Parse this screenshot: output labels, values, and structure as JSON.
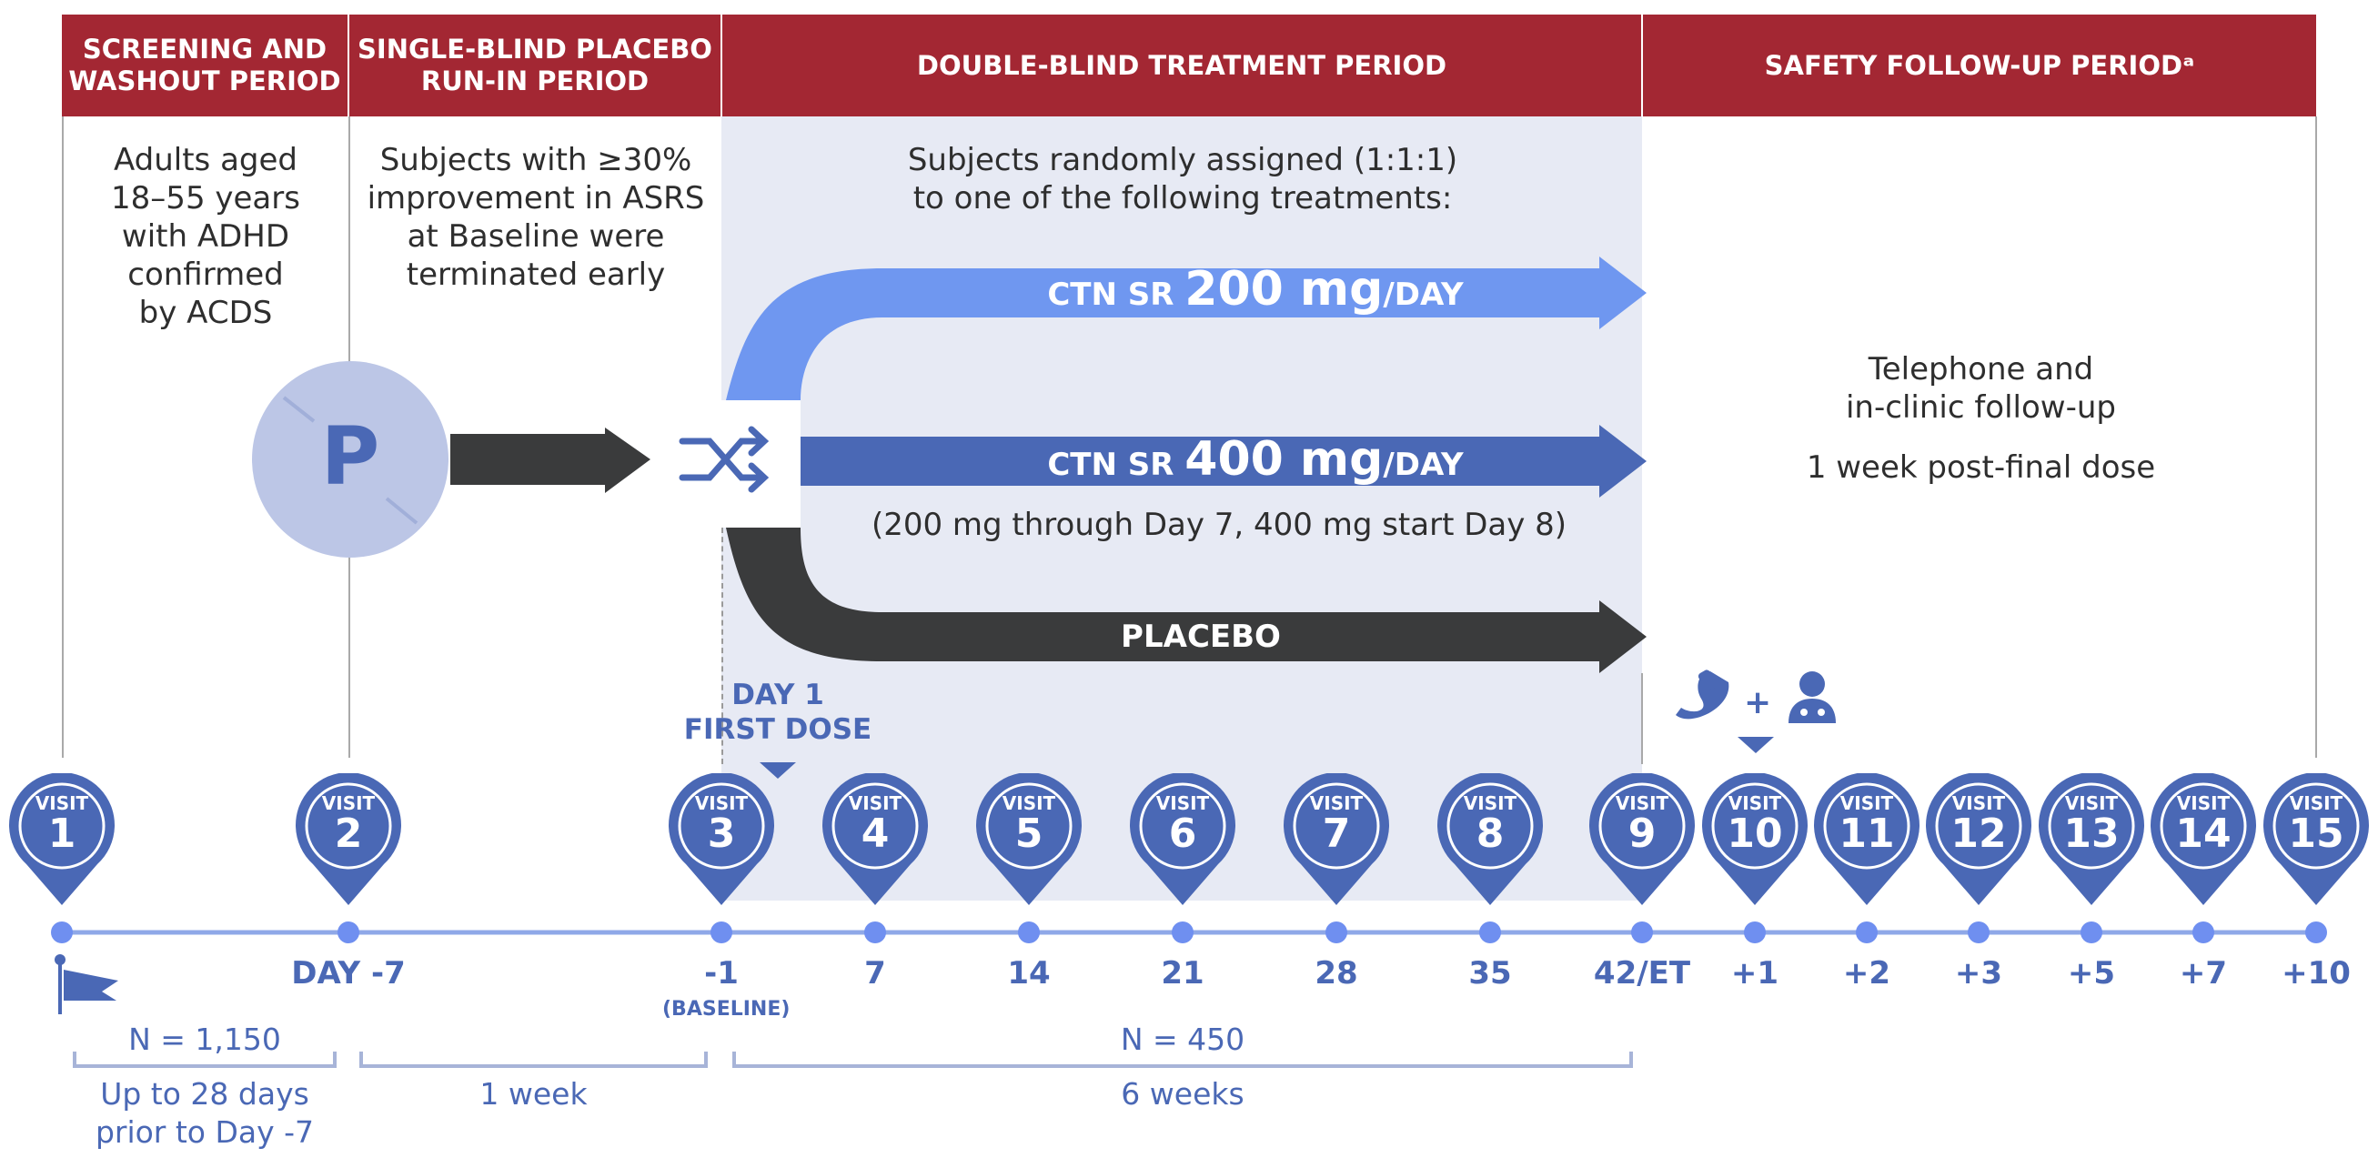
{
  "headers": {
    "screening": [
      "SCREENING AND",
      "WASHOUT PERIOD"
    ],
    "runin": [
      "SINGLE-BLIND PLACEBO",
      "RUN-IN PERIOD"
    ],
    "double_blind": "DOUBLE-BLIND TREATMENT PERIOD",
    "safety": "SAFETY FOLLOW-UP PERIODᵃ"
  },
  "screening_text": [
    "Adults aged",
    "18–55 years",
    "with ADHD",
    "confirmed",
    "by ACDS"
  ],
  "runin_text": [
    "Subjects with ≥30%",
    "improvement in ASRS",
    "at Baseline were",
    "terminated early"
  ],
  "randomization_text": [
    "Subjects randomly assigned (1:1:1)",
    "to one of the following treatments:"
  ],
  "placebo_circle_letter": "P",
  "arms": {
    "arm200": {
      "pre": "CTN SR ",
      "dose": "200 mg",
      "post": "/DAY"
    },
    "arm400": {
      "pre": "CTN SR ",
      "dose": "400 mg",
      "post": "/DAY",
      "note": "(200 mg through Day 7, 400 mg start Day 8)"
    },
    "placebo": "PLACEBO"
  },
  "safety_text": {
    "line1": "Telephone and",
    "line2": "in-clinic follow-up",
    "line3": "1 week post-final dose"
  },
  "plus_sign": "+",
  "day1_label": [
    "DAY 1",
    "FIRST DOSE"
  ],
  "visit_word": "VISIT",
  "visits": [
    "1",
    "2",
    "3",
    "4",
    "5",
    "6",
    "7",
    "8",
    "9",
    "10",
    "11",
    "12",
    "13",
    "14",
    "15"
  ],
  "days": [
    "DAY -7",
    "-1",
    "7",
    "14",
    "21",
    "28",
    "35",
    "42/ET",
    "+1",
    "+2",
    "+3",
    "+5",
    "+7",
    "+10"
  ],
  "baseline_label": "(BASELINE)",
  "brackets": {
    "n1": "N = 1,150",
    "n2": "N = 450",
    "up_to": [
      "Up to 28 days",
      "prior to Day -7"
    ],
    "one_week": "1 week",
    "six_weeks": "6 weeks"
  },
  "icons": [
    "flag-icon",
    "shuffle-icon",
    "phone-icon",
    "doctor-icon"
  ],
  "colors": {
    "header": "#a32733",
    "blue": "#4a68b5",
    "light_blue": "#6f97f0",
    "dark": "#3a3b3c",
    "shade": "#e7eaf4"
  }
}
